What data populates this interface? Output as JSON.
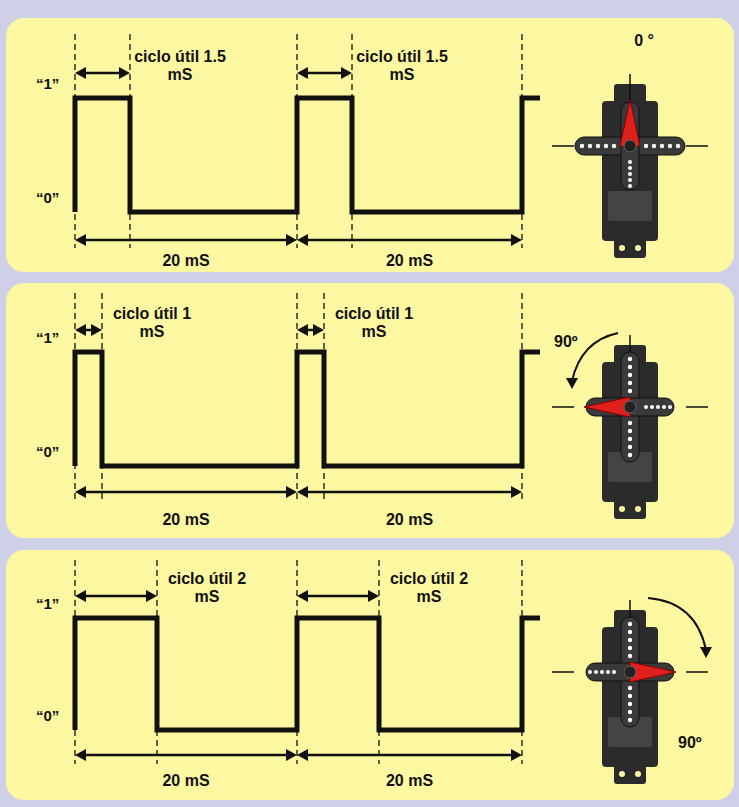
{
  "diagram": {
    "nodes": [
      {
        "text": [
          "“1”",
          "“0”",
          "ciclo útil 1.5 mS",
          "ciclo útil 1.5 mS",
          "20 mS",
          "20 mS",
          "0 °"
        ]
      },
      {
        "text": [
          "“1”",
          "“0”",
          "ciclo útil 1 mS",
          "ciclo útil 1 mS",
          "20 mS",
          "20 mS",
          "90º"
        ]
      },
      {
        "text": [
          "“1”",
          "“0”",
          "ciclo útil 2 mS",
          "ciclo útil 2 mS",
          "20 mS",
          "20 mS",
          "90º"
        ]
      }
    ]
  }
}
